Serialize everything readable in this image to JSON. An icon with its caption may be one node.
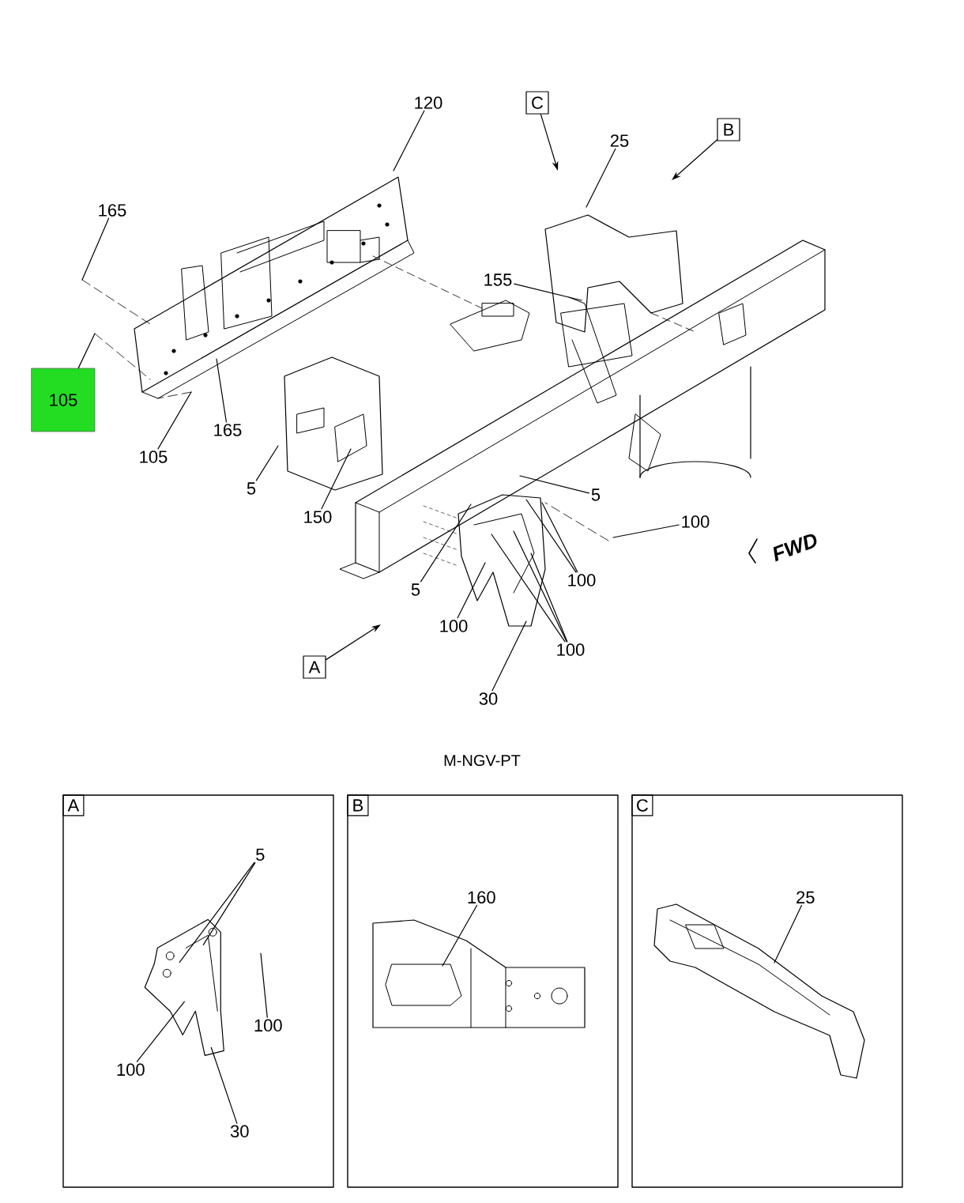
{
  "diagram": {
    "nodes": [
      {
        "text": [
          "C"
        ]
      },
      {
        "text": [
          "120"
        ]
      },
      {
        "text": [
          "B"
        ]
      },
      {
        "text": [
          "25"
        ]
      },
      {
        "text": [
          "165"
        ]
      },
      {
        "text": [
          "155"
        ]
      },
      {
        "text": [
          "105"
        ]
      },
      {
        "text": [
          "165"
        ]
      },
      {
        "text": [
          "105"
        ]
      },
      {
        "text": [
          "5"
        ]
      },
      {
        "text": [
          "150"
        ]
      },
      {
        "text": [
          "5"
        ]
      },
      {
        "text": [
          "100"
        ]
      },
      {
        "text": [
          "100"
        ]
      },
      {
        "text": [
          "5"
        ]
      },
      {
        "text": [
          "100"
        ]
      },
      {
        "text": [
          "100"
        ]
      },
      {
        "text": [
          "A"
        ]
      },
      {
        "text": [
          "30"
        ]
      },
      {
        "text": [
          "A"
        ]
      },
      {
        "text": [
          "5"
        ],
        "in": 19
      },
      {
        "text": [
          "100"
        ],
        "in": 19
      },
      {
        "text": [
          "100"
        ],
        "in": 19
      },
      {
        "text": [
          "30"
        ],
        "in": 19
      },
      {
        "text": [
          "B"
        ]
      },
      {
        "text": [
          "160"
        ],
        "in": 24
      },
      {
        "text": [
          "C"
        ]
      },
      {
        "text": [
          "25"
        ],
        "in": 26
      },
      {
        "text": [],
        "shape": "picture",
        "in": 19
      }
    ],
    "edges": [
      {
        "from": 0,
        "to": null,
        "arrow": "to"
      },
      {
        "from": 1,
        "to": null,
        "arrow": "none"
      },
      {
        "from": 2,
        "to": null,
        "arrow": "to"
      },
      {
        "from": 3,
        "to": null,
        "arrow": "none"
      },
      {
        "from": 4,
        "to": null,
        "arrow": "none"
      },
      {
        "from": 5,
        "to": null,
        "arrow": "none"
      },
      {
        "from": 6,
        "to": null,
        "arrow": "none"
      },
      {
        "from": 7,
        "to": null,
        "arrow": "none"
      },
      {
        "from": 8,
        "to": null,
        "arrow": "none"
      },
      {
        "from": 9,
        "to": null,
        "arrow": "none"
      },
      {
        "from": 10,
        "to": null,
        "arrow": "none"
      },
      {
        "from": 11,
        "to": null,
        "arrow": "none"
      },
      {
        "from": 12,
        "to": null,
        "arrow": "none"
      },
      {
        "from": 13,
        "to": null,
        "arrow": "none"
      },
      {
        "from": 13,
        "to": null,
        "arrow": "none"
      },
      {
        "from": 14,
        "to": null,
        "arrow": "none"
      },
      {
        "from": 15,
        "to": null,
        "arrow": "none"
      },
      {
        "from": 16,
        "to": null,
        "arrow": "none"
      },
      {
        "from": 16,
        "to": null,
        "arrow": "none"
      },
      {
        "from": 16,
        "to": null,
        "arrow": "none"
      },
      {
        "from": 17,
        "to": null,
        "arrow": "to"
      },
      {
        "from": 18,
        "to": null,
        "arrow": "none"
      },
      {
        "from": 20,
        "to": 28,
        "arrow": "none"
      },
      {
        "from": 20,
        "to": 28,
        "arrow": "none"
      },
      {
        "from": 21,
        "to": null,
        "arrow": "none"
      },
      {
        "from": 22,
        "to": 28,
        "arrow": "none"
      },
      {
        "from": 23,
        "to": 28,
        "arrow": "none"
      },
      {
        "from": 25,
        "to": null,
        "arrow": "none"
      },
      {
        "from": 27,
        "to": null,
        "arrow": "none"
      }
    ],
    "labels": [
      "FWD",
      "M-NGV-PT"
    ]
  }
}
